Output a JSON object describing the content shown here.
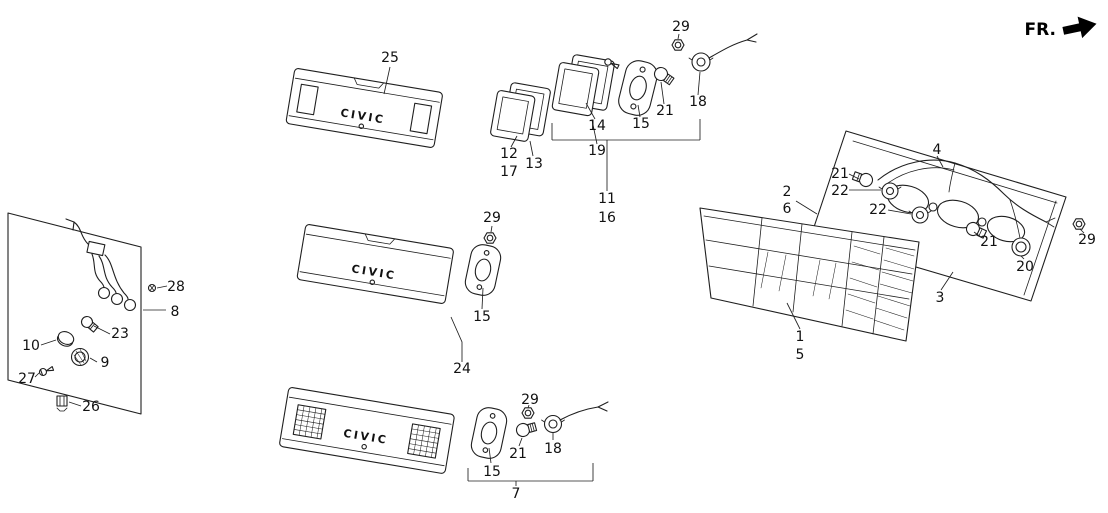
{
  "direction_indicator": {
    "label": "FR."
  },
  "badge_text": "CIVIC",
  "colors": {
    "line": "#1f1f1f",
    "background": "#ffffff"
  },
  "callouts": [
    {
      "label": "25"
    },
    {
      "label": "29"
    },
    {
      "label": "21"
    },
    {
      "label": "18"
    },
    {
      "label": "15"
    },
    {
      "label": "14"
    },
    {
      "label": "19"
    },
    {
      "label": "12"
    },
    {
      "label": "13"
    },
    {
      "label": "17"
    },
    {
      "label": "11"
    },
    {
      "label": "16"
    },
    {
      "label": "29"
    },
    {
      "label": "15"
    },
    {
      "label": "24"
    },
    {
      "label": "28"
    },
    {
      "label": "8"
    },
    {
      "label": "23"
    },
    {
      "label": "10"
    },
    {
      "label": "9"
    },
    {
      "label": "27"
    },
    {
      "label": "26"
    },
    {
      "label": "2"
    },
    {
      "label": "6"
    },
    {
      "label": "21"
    },
    {
      "label": "22"
    },
    {
      "label": "4"
    },
    {
      "label": "22"
    },
    {
      "label": "21"
    },
    {
      "label": "29"
    },
    {
      "label": "20"
    },
    {
      "label": "3"
    },
    {
      "label": "1"
    },
    {
      "label": "5"
    },
    {
      "label": "29"
    },
    {
      "label": "21"
    },
    {
      "label": "18"
    },
    {
      "label": "15"
    },
    {
      "label": "7"
    }
  ]
}
